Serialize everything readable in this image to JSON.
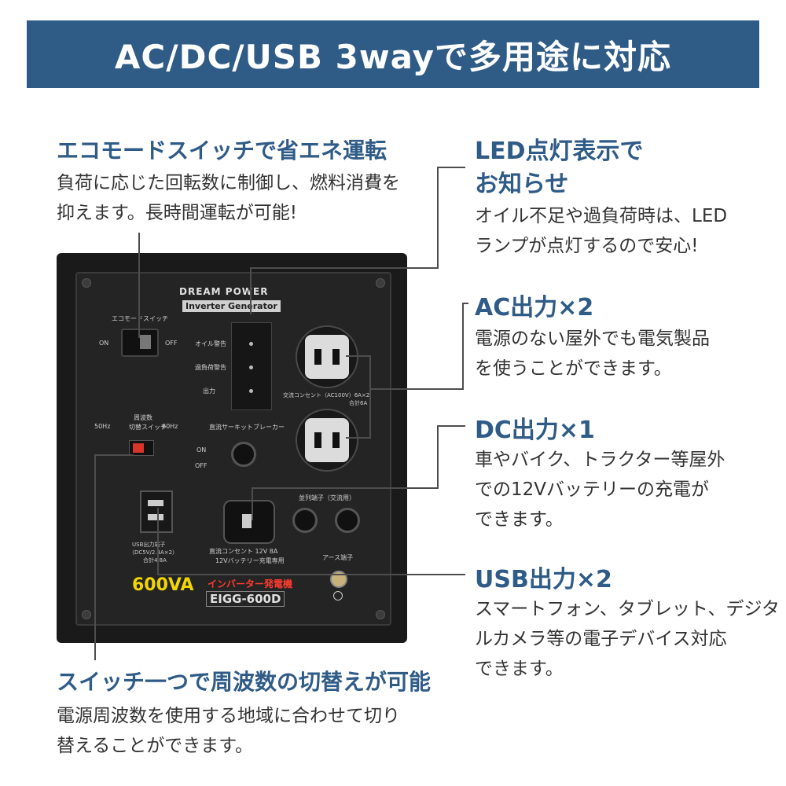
{
  "banner": {
    "title": "AC/DC/USB 3wayで多用途に対応"
  },
  "features": {
    "eco": {
      "heading": "エコモードスイッチで省エネ運転",
      "lines": [
        "負荷に応じた回転数に制御し、燃料消費を",
        "抑えます。長時間運転が可能!"
      ]
    },
    "led": {
      "heading_lines": [
        "LED点灯表示で",
        "お知らせ"
      ],
      "lines": [
        "オイル不足や過負荷時は、LED",
        "ランプが点灯するので安心!"
      ]
    },
    "ac": {
      "heading": "AC出力×2",
      "lines": [
        "電源のない屋外でも電気製品",
        "を使うことができます。"
      ]
    },
    "dc": {
      "heading": "DC出力×1",
      "lines": [
        "車やバイク、トラクター等屋外",
        "での12Vバッテリーの充電が",
        "できます。"
      ]
    },
    "usb": {
      "heading": "USB出力×2",
      "lines": [
        "スマートフォン、タブレット、デジタ",
        "ルカメラ等の電子デバイス対応",
        "できます。"
      ]
    },
    "freq": {
      "heading": "スイッチ一つで周波数の切替えが可能",
      "lines": [
        "電源周波数を使用する地域に合わせて切り",
        "替えることができます。"
      ]
    }
  },
  "panel": {
    "brand": "DREAM POWER",
    "subtitle": "Inverter Generator",
    "eco_switch_label": "エコモードスイッチ",
    "on": "ON",
    "off": "OFF",
    "led_labels": [
      "オイル警告",
      "過負荷警告",
      "出力"
    ],
    "ac_label": "交流コンセント（AC100V）6A×2",
    "ac_sub": "合計6A",
    "breaker_label": "直流サーキットブレーカー",
    "freq_title": "周波数",
    "freq_switch": "切替スイッチ",
    "freq_50": "50Hz",
    "freq_60": "60Hz",
    "dc_label": "直流コンセント 12V 8A",
    "dc_sub": "12Vバッテリー充電専用",
    "parallel_label": "並列端子（交流用）",
    "usb_label": "USB出力端子",
    "usb_sub": "（DC5V/2.4A×2）",
    "usb_sub2": "合計4.8A",
    "earth_label": "アース端子",
    "capacity": "600VA",
    "type_label": "インバーター発電機",
    "model": "EIGG-600D"
  },
  "colors": {
    "banner": "#2f5b87",
    "heading": "#2f5b87",
    "body_text": "#333333",
    "capacity": "#f2d600",
    "type_label": "#ff3b30"
  }
}
